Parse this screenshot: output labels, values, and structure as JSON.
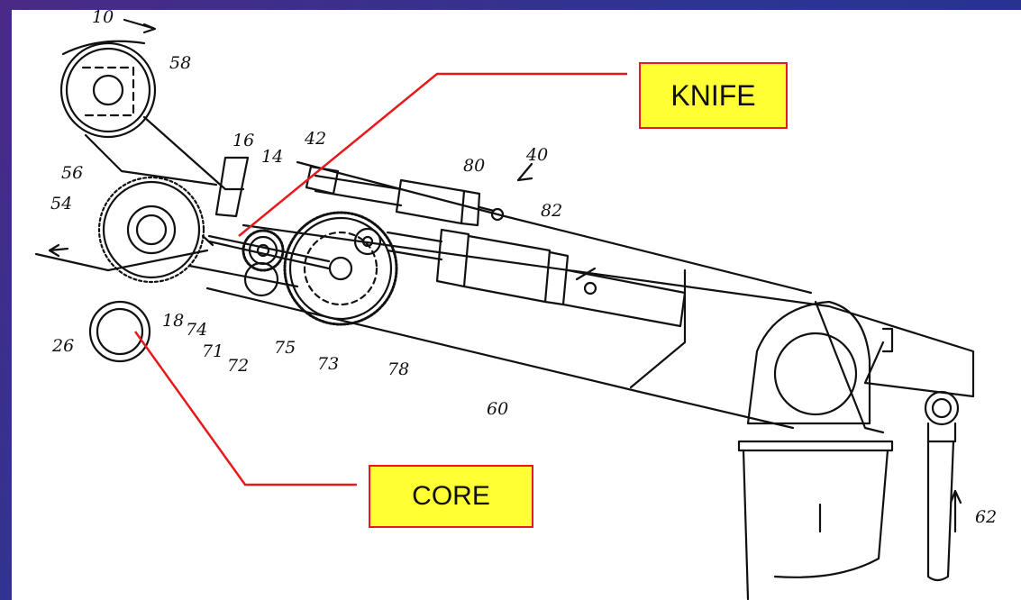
{
  "callouts": {
    "knife": "KNIFE",
    "core": "CORE"
  },
  "colors": {
    "frame": "#3a2f8e",
    "callout_fill": "#ffff33",
    "callout_border": "#e8191c",
    "leader": "#e8191c",
    "drawing": "#111111"
  },
  "reference_numerals": {
    "n10": "10",
    "n58": "58",
    "n16": "16",
    "n14": "14",
    "n42": "42",
    "n56": "56",
    "n54": "54",
    "n18": "18",
    "n26": "26",
    "n74": "74",
    "n71": "71",
    "n72": "72",
    "n75": "75",
    "n73": "73",
    "n78": "78",
    "n60": "60",
    "n80": "80",
    "n82": "82",
    "n40": "40",
    "n62": "62"
  }
}
